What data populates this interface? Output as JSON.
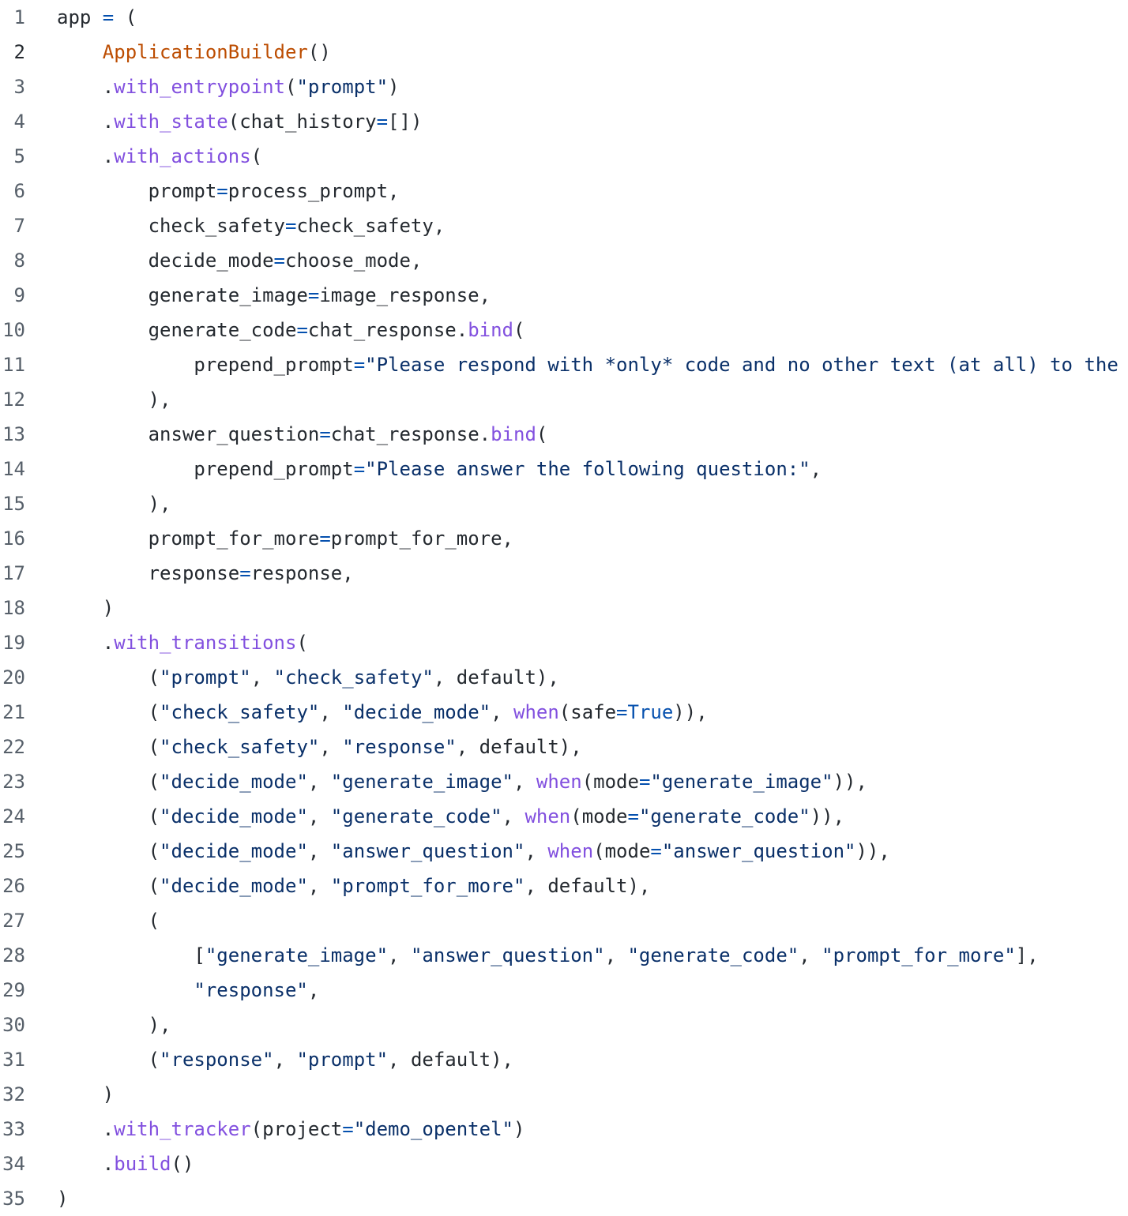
{
  "editor": {
    "active_line": 2,
    "colors": {
      "plain": "#24292f",
      "operator": "#0550ae",
      "class": "#bc4c00",
      "function": "#8250df",
      "string": "#0a3069",
      "constant": "#0550ae",
      "line_number": "#57606a"
    },
    "lines": [
      {
        "n": "1",
        "tokens": [
          [
            "plain",
            "app "
          ],
          [
            "op",
            "="
          ],
          [
            "plain",
            " ("
          ]
        ]
      },
      {
        "n": "2",
        "tokens": [
          [
            "plain",
            "    "
          ],
          [
            "cls",
            "ApplicationBuilder"
          ],
          [
            "plain",
            "()"
          ]
        ]
      },
      {
        "n": "3",
        "tokens": [
          [
            "plain",
            "    ."
          ],
          [
            "fn",
            "with_entrypoint"
          ],
          [
            "plain",
            "("
          ],
          [
            "str",
            "\"prompt\""
          ],
          [
            "plain",
            ")"
          ]
        ]
      },
      {
        "n": "4",
        "tokens": [
          [
            "plain",
            "    ."
          ],
          [
            "fn",
            "with_state"
          ],
          [
            "plain",
            "(chat_history"
          ],
          [
            "op",
            "="
          ],
          [
            "plain",
            "[])"
          ]
        ]
      },
      {
        "n": "5",
        "tokens": [
          [
            "plain",
            "    ."
          ],
          [
            "fn",
            "with_actions"
          ],
          [
            "plain",
            "("
          ]
        ]
      },
      {
        "n": "6",
        "tokens": [
          [
            "plain",
            "        prompt"
          ],
          [
            "op",
            "="
          ],
          [
            "plain",
            "process_prompt,"
          ]
        ]
      },
      {
        "n": "7",
        "tokens": [
          [
            "plain",
            "        check_safety"
          ],
          [
            "op",
            "="
          ],
          [
            "plain",
            "check_safety,"
          ]
        ]
      },
      {
        "n": "8",
        "tokens": [
          [
            "plain",
            "        decide_mode"
          ],
          [
            "op",
            "="
          ],
          [
            "plain",
            "choose_mode,"
          ]
        ]
      },
      {
        "n": "9",
        "tokens": [
          [
            "plain",
            "        generate_image"
          ],
          [
            "op",
            "="
          ],
          [
            "plain",
            "image_response,"
          ]
        ]
      },
      {
        "n": "10",
        "tokens": [
          [
            "plain",
            "        generate_code"
          ],
          [
            "op",
            "="
          ],
          [
            "plain",
            "chat_response."
          ],
          [
            "fn",
            "bind"
          ],
          [
            "plain",
            "("
          ]
        ]
      },
      {
        "n": "11",
        "tokens": [
          [
            "plain",
            "            prepend_prompt"
          ],
          [
            "op",
            "="
          ],
          [
            "str",
            "\"Please respond with *only* code and no other text (at all) to the"
          ]
        ]
      },
      {
        "n": "12",
        "tokens": [
          [
            "plain",
            "        ),"
          ]
        ]
      },
      {
        "n": "13",
        "tokens": [
          [
            "plain",
            "        answer_question"
          ],
          [
            "op",
            "="
          ],
          [
            "plain",
            "chat_response."
          ],
          [
            "fn",
            "bind"
          ],
          [
            "plain",
            "("
          ]
        ]
      },
      {
        "n": "14",
        "tokens": [
          [
            "plain",
            "            prepend_prompt"
          ],
          [
            "op",
            "="
          ],
          [
            "str",
            "\"Please answer the following question:\""
          ],
          [
            "plain",
            ","
          ]
        ]
      },
      {
        "n": "15",
        "tokens": [
          [
            "plain",
            "        ),"
          ]
        ]
      },
      {
        "n": "16",
        "tokens": [
          [
            "plain",
            "        prompt_for_more"
          ],
          [
            "op",
            "="
          ],
          [
            "plain",
            "prompt_for_more,"
          ]
        ]
      },
      {
        "n": "17",
        "tokens": [
          [
            "plain",
            "        response"
          ],
          [
            "op",
            "="
          ],
          [
            "plain",
            "response,"
          ]
        ]
      },
      {
        "n": "18",
        "tokens": [
          [
            "plain",
            "    )"
          ]
        ]
      },
      {
        "n": "19",
        "tokens": [
          [
            "plain",
            "    ."
          ],
          [
            "fn",
            "with_transitions"
          ],
          [
            "plain",
            "("
          ]
        ]
      },
      {
        "n": "20",
        "tokens": [
          [
            "plain",
            "        ("
          ],
          [
            "str",
            "\"prompt\""
          ],
          [
            "plain",
            ", "
          ],
          [
            "str",
            "\"check_safety\""
          ],
          [
            "plain",
            ", default),"
          ]
        ]
      },
      {
        "n": "21",
        "tokens": [
          [
            "plain",
            "        ("
          ],
          [
            "str",
            "\"check_safety\""
          ],
          [
            "plain",
            ", "
          ],
          [
            "str",
            "\"decide_mode\""
          ],
          [
            "plain",
            ", "
          ],
          [
            "fn",
            "when"
          ],
          [
            "plain",
            "(safe"
          ],
          [
            "op",
            "="
          ],
          [
            "kw",
            "True"
          ],
          [
            "plain",
            ")),"
          ]
        ]
      },
      {
        "n": "22",
        "tokens": [
          [
            "plain",
            "        ("
          ],
          [
            "str",
            "\"check_safety\""
          ],
          [
            "plain",
            ", "
          ],
          [
            "str",
            "\"response\""
          ],
          [
            "plain",
            ", default),"
          ]
        ]
      },
      {
        "n": "23",
        "tokens": [
          [
            "plain",
            "        ("
          ],
          [
            "str",
            "\"decide_mode\""
          ],
          [
            "plain",
            ", "
          ],
          [
            "str",
            "\"generate_image\""
          ],
          [
            "plain",
            ", "
          ],
          [
            "fn",
            "when"
          ],
          [
            "plain",
            "(mode"
          ],
          [
            "op",
            "="
          ],
          [
            "str",
            "\"generate_image\""
          ],
          [
            "plain",
            ")),"
          ]
        ]
      },
      {
        "n": "24",
        "tokens": [
          [
            "plain",
            "        ("
          ],
          [
            "str",
            "\"decide_mode\""
          ],
          [
            "plain",
            ", "
          ],
          [
            "str",
            "\"generate_code\""
          ],
          [
            "plain",
            ", "
          ],
          [
            "fn",
            "when"
          ],
          [
            "plain",
            "(mode"
          ],
          [
            "op",
            "="
          ],
          [
            "str",
            "\"generate_code\""
          ],
          [
            "plain",
            ")),"
          ]
        ]
      },
      {
        "n": "25",
        "tokens": [
          [
            "plain",
            "        ("
          ],
          [
            "str",
            "\"decide_mode\""
          ],
          [
            "plain",
            ", "
          ],
          [
            "str",
            "\"answer_question\""
          ],
          [
            "plain",
            ", "
          ],
          [
            "fn",
            "when"
          ],
          [
            "plain",
            "(mode"
          ],
          [
            "op",
            "="
          ],
          [
            "str",
            "\"answer_question\""
          ],
          [
            "plain",
            ")),"
          ]
        ]
      },
      {
        "n": "26",
        "tokens": [
          [
            "plain",
            "        ("
          ],
          [
            "str",
            "\"decide_mode\""
          ],
          [
            "plain",
            ", "
          ],
          [
            "str",
            "\"prompt_for_more\""
          ],
          [
            "plain",
            ", default),"
          ]
        ]
      },
      {
        "n": "27",
        "tokens": [
          [
            "plain",
            "        ("
          ]
        ]
      },
      {
        "n": "28",
        "tokens": [
          [
            "plain",
            "            ["
          ],
          [
            "str",
            "\"generate_image\""
          ],
          [
            "plain",
            ", "
          ],
          [
            "str",
            "\"answer_question\""
          ],
          [
            "plain",
            ", "
          ],
          [
            "str",
            "\"generate_code\""
          ],
          [
            "plain",
            ", "
          ],
          [
            "str",
            "\"prompt_for_more\""
          ],
          [
            "plain",
            "],"
          ]
        ]
      },
      {
        "n": "29",
        "tokens": [
          [
            "plain",
            "            "
          ],
          [
            "str",
            "\"response\""
          ],
          [
            "plain",
            ","
          ]
        ]
      },
      {
        "n": "30",
        "tokens": [
          [
            "plain",
            "        ),"
          ]
        ]
      },
      {
        "n": "31",
        "tokens": [
          [
            "plain",
            "        ("
          ],
          [
            "str",
            "\"response\""
          ],
          [
            "plain",
            ", "
          ],
          [
            "str",
            "\"prompt\""
          ],
          [
            "plain",
            ", default),"
          ]
        ]
      },
      {
        "n": "32",
        "tokens": [
          [
            "plain",
            "    )"
          ]
        ]
      },
      {
        "n": "33",
        "tokens": [
          [
            "plain",
            "    ."
          ],
          [
            "fn",
            "with_tracker"
          ],
          [
            "plain",
            "(project"
          ],
          [
            "op",
            "="
          ],
          [
            "str",
            "\"demo_opentel\""
          ],
          [
            "plain",
            ")"
          ]
        ]
      },
      {
        "n": "34",
        "tokens": [
          [
            "plain",
            "    ."
          ],
          [
            "fn",
            "build"
          ],
          [
            "plain",
            "()"
          ]
        ]
      },
      {
        "n": "35",
        "tokens": [
          [
            "plain",
            ")"
          ]
        ]
      }
    ]
  }
}
